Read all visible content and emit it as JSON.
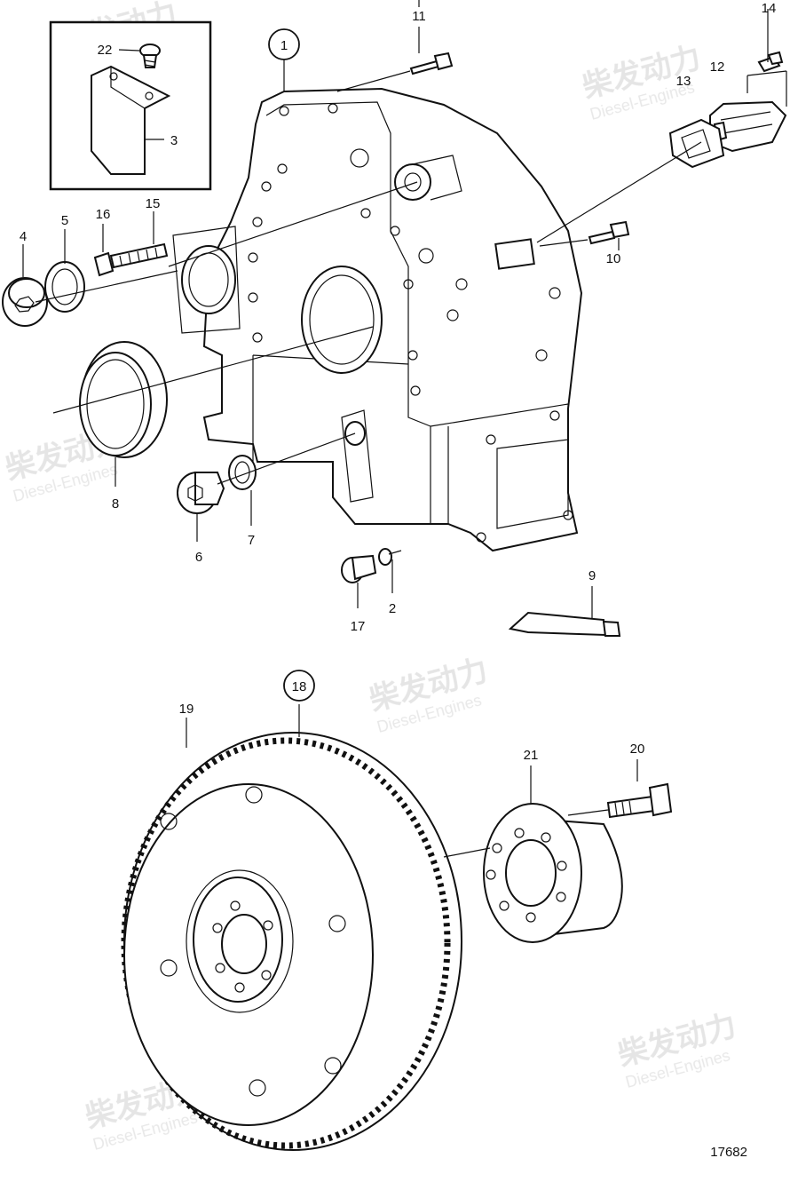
{
  "figure_number": "17682",
  "watermark": {
    "brand_cn": "柴发动力",
    "brand_en": "Diesel-Engines"
  },
  "callouts": {
    "c1": "1",
    "c2": "2",
    "c3": "3",
    "c4": "4",
    "c5": "5",
    "c6": "6",
    "c7": "7",
    "c8": "8",
    "c9": "9",
    "c10": "10",
    "c11": "11",
    "c12": "12",
    "c13": "13",
    "c14": "14",
    "c15": "15",
    "c16": "16",
    "c17": "17",
    "c18": "18",
    "c19": "19",
    "c20": "20",
    "c21": "21",
    "c22": "22"
  }
}
